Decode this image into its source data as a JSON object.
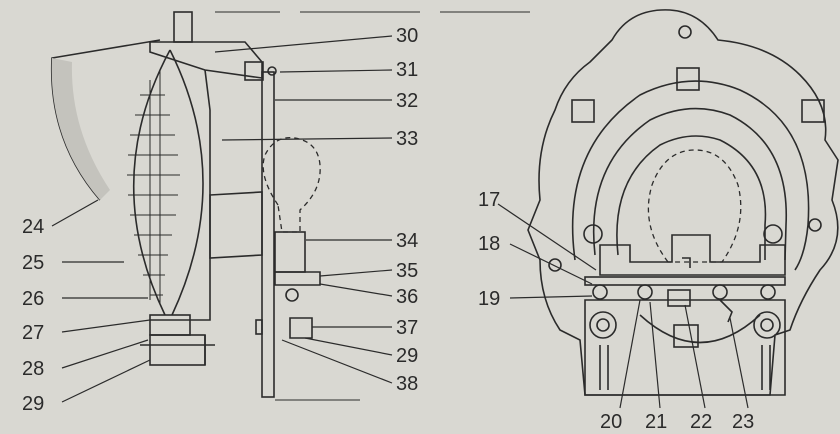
{
  "colors": {
    "paper": "#d9d8d2",
    "ink": "#2b2b2b",
    "shade": "#9a9a94"
  },
  "callouts": {
    "n17": "17",
    "n18": "18",
    "n19": "19",
    "n20": "20",
    "n21": "21",
    "n22": "22",
    "n23": "23",
    "n24": "24",
    "n25": "25",
    "n26": "26",
    "n27": "27",
    "n28": "28",
    "n29a": "29",
    "n29b": "29",
    "n30": "30",
    "n31": "31",
    "n32": "32",
    "n33": "33",
    "n34": "34",
    "n35": "35",
    "n36": "36",
    "n37": "37",
    "n38": "38"
  }
}
